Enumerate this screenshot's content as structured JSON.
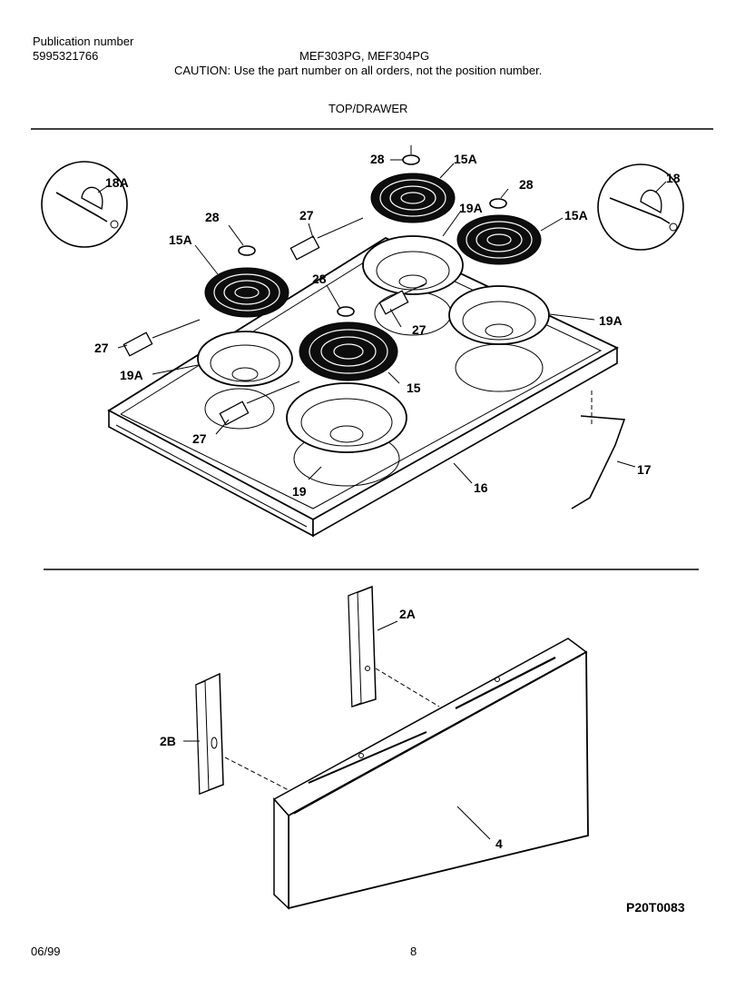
{
  "header": {
    "publication_label": "Publication number",
    "publication_number": "5995321766",
    "models": "MEF303PG, MEF304PG",
    "caution": "CAUTION:  Use the part number on all orders, not the position number.",
    "section_title": "TOP/DRAWER"
  },
  "parts": {
    "p18A": "18A",
    "p18": "18",
    "p28_top": "28",
    "p15A_top": "15A",
    "p28_right": "28",
    "p15A_right": "15A",
    "p27_top": "27",
    "p19A_top": "19A",
    "p28_left": "28",
    "p15A_left": "15A",
    "p28_mid": "28",
    "p27_mid": "27",
    "p19A_right": "19A",
    "p27_left": "27",
    "p19A_left": "19A",
    "p15": "15",
    "p27_bottom": "27",
    "p19": "19",
    "p16": "16",
    "p17": "17",
    "p2A": "2A",
    "p2B": "2B",
    "p4": "4"
  },
  "figure_code": "P20T0083",
  "footer": {
    "date": "06/99",
    "page": "8"
  }
}
